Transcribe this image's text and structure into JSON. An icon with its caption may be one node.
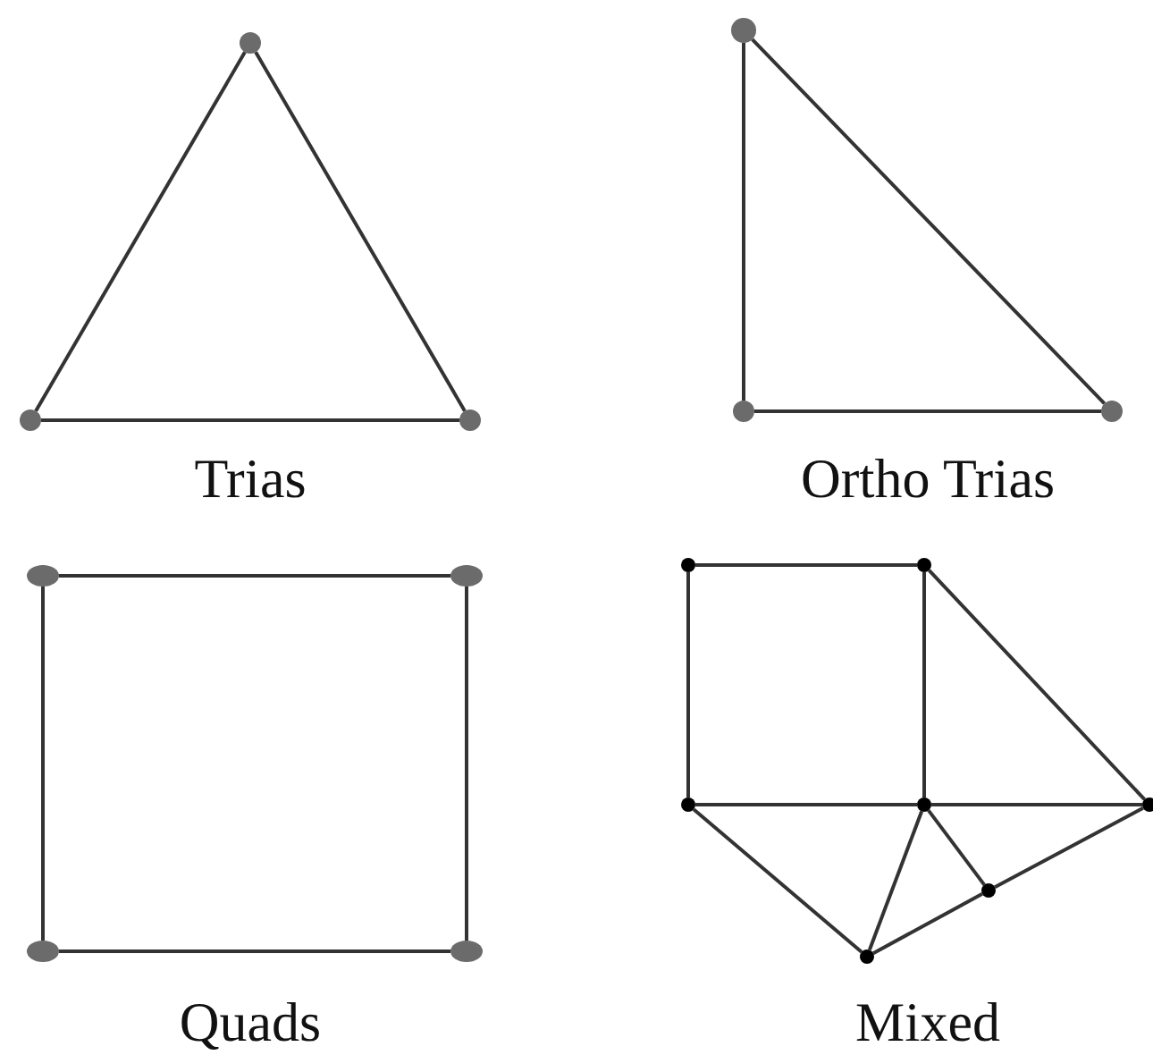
{
  "diagram": {
    "nodes": [
      {
        "text": [],
        "shape": "circle"
      },
      {
        "text": [],
        "shape": "circle"
      },
      {
        "text": [],
        "shape": "circle"
      },
      {
        "text": [],
        "shape": "circle"
      },
      {
        "text": [],
        "shape": "circle"
      },
      {
        "text": [],
        "shape": "circle"
      },
      {
        "text": [],
        "shape": "circle"
      },
      {
        "text": [],
        "shape": "circle"
      },
      {
        "text": [],
        "shape": "circle"
      },
      {
        "text": [],
        "shape": "circle"
      },
      {
        "text": [],
        "shape": "circle"
      },
      {
        "text": [],
        "shape": "circle"
      },
      {
        "text": [],
        "shape": "circle"
      },
      {
        "text": [],
        "shape": "circle"
      },
      {
        "text": [],
        "shape": "circle"
      },
      {
        "text": [],
        "shape": "circle"
      },
      {
        "text": [],
        "shape": "circle"
      }
    ],
    "edges": [
      {
        "from": 0,
        "to": 1,
        "arrow": "none"
      },
      {
        "from": 1,
        "to": 2,
        "arrow": "none"
      },
      {
        "from": 2,
        "to": 0,
        "arrow": "none"
      },
      {
        "from": 3,
        "to": 4,
        "arrow": "none"
      },
      {
        "from": 4,
        "to": 5,
        "arrow": "none"
      },
      {
        "from": 5,
        "to": 3,
        "arrow": "none"
      },
      {
        "from": 6,
        "to": 7,
        "arrow": "none"
      },
      {
        "from": 7,
        "to": 9,
        "arrow": "none"
      },
      {
        "from": 9,
        "to": 8,
        "arrow": "none"
      },
      {
        "from": 8,
        "to": 6,
        "arrow": "none"
      },
      {
        "from": 10,
        "to": 11,
        "arrow": "none"
      },
      {
        "from": 11,
        "to": 13,
        "arrow": "none"
      },
      {
        "from": 13,
        "to": 12,
        "arrow": "none"
      },
      {
        "from": 12,
        "to": 10,
        "arrow": "none"
      },
      {
        "from": 11,
        "to": 14,
        "arrow": "none"
      },
      {
        "from": 13,
        "to": 14,
        "arrow": "none"
      },
      {
        "from": 12,
        "to": 16,
        "arrow": "none"
      },
      {
        "from": 16,
        "to": 13,
        "arrow": "none"
      },
      {
        "from": 13,
        "to": 15,
        "arrow": "none"
      },
      {
        "from": 16,
        "to": 15,
        "arrow": "none"
      },
      {
        "from": 15,
        "to": 14,
        "arrow": "none"
      }
    ],
    "labels": [
      "Trias",
      "Ortho Trias",
      "Quads",
      "Mixed"
    ]
  }
}
